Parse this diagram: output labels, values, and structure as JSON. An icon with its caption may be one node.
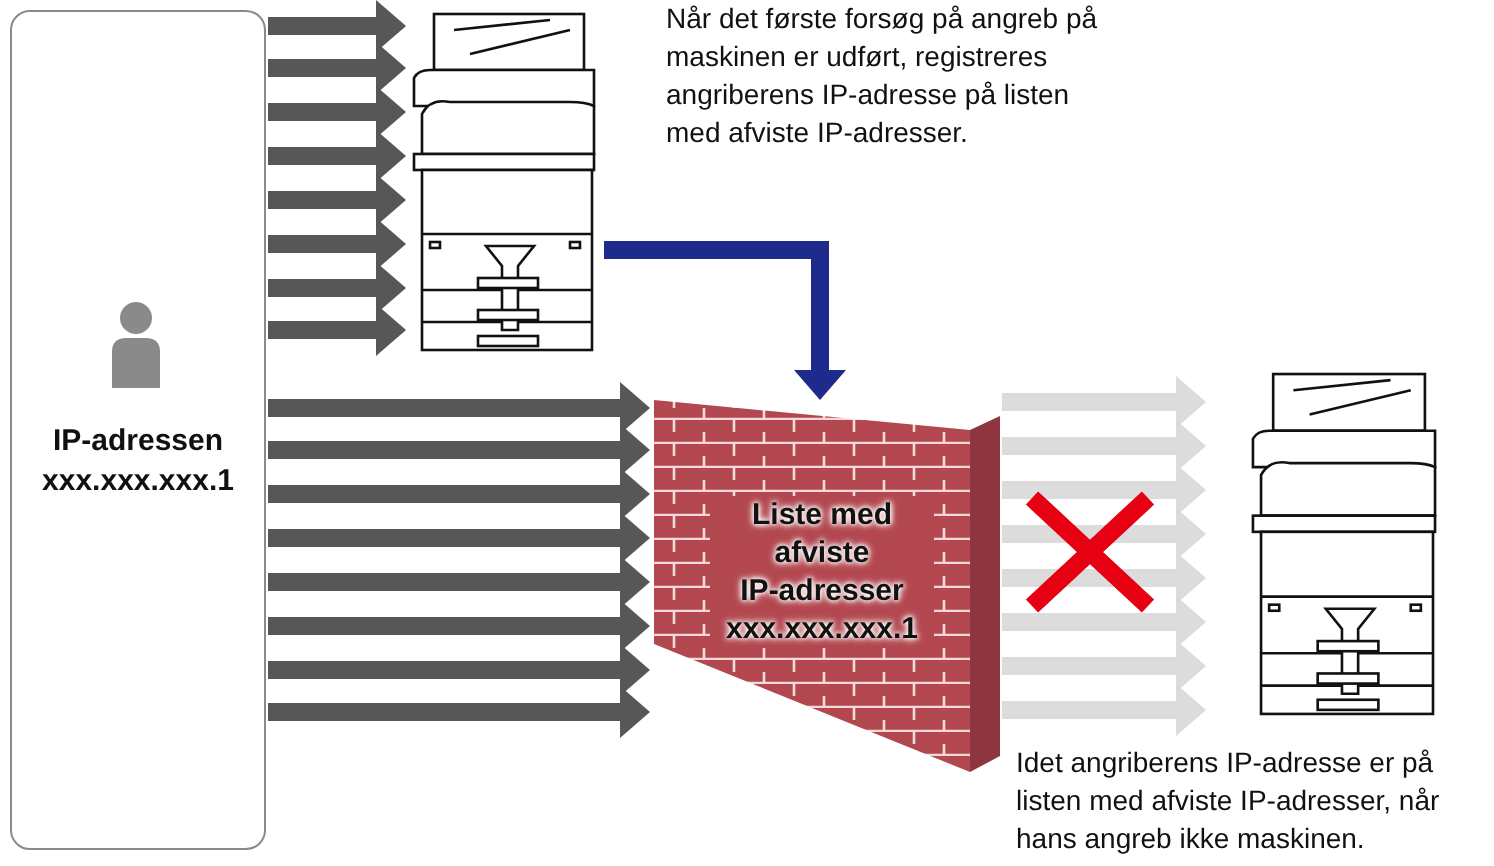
{
  "diagram": {
    "nodes": [
      {
        "text": [
          "IP-adressen xxx.xxx.xxx.1"
        ]
      },
      {
        "text": [],
        "shape": "picture"
      },
      {
        "text": [
          "Liste med afviste IP-adresser xxx.xxx.xxx.1"
        ]
      },
      {
        "text": [],
        "shape": "picture"
      }
    ],
    "edges": [
      {
        "from": 0,
        "to": 1,
        "arrow": "to"
      },
      {
        "from": 0,
        "to": 1,
        "arrow": "to"
      },
      {
        "from": 0,
        "to": 1,
        "arrow": "to"
      },
      {
        "from": 0,
        "to": 1,
        "arrow": "to"
      },
      {
        "from": 0,
        "to": 1,
        "arrow": "to"
      },
      {
        "from": 0,
        "to": 1,
        "arrow": "to"
      },
      {
        "from": 0,
        "to": 1,
        "arrow": "to"
      },
      {
        "from": 0,
        "to": 1,
        "arrow": "to"
      },
      {
        "from": 1,
        "to": 2,
        "arrow": "to",
        "color": "#1e2a8c"
      },
      {
        "from": 0,
        "to": 2,
        "arrow": "to"
      },
      {
        "from": 0,
        "to": 2,
        "arrow": "to"
      },
      {
        "from": 0,
        "to": 2,
        "arrow": "to"
      },
      {
        "from": 0,
        "to": 2,
        "arrow": "to"
      },
      {
        "from": 0,
        "to": 2,
        "arrow": "to"
      },
      {
        "from": 0,
        "to": 2,
        "arrow": "to"
      },
      {
        "from": 0,
        "to": 2,
        "arrow": "to"
      },
      {
        "from": 0,
        "to": 2,
        "arrow": "to"
      },
      {
        "from": 2,
        "to": 3,
        "arrow": "to",
        "color": "#dcdcdc"
      },
      {
        "from": 2,
        "to": 3,
        "arrow": "to",
        "color": "#dcdcdc"
      },
      {
        "from": 2,
        "to": 3,
        "arrow": "to",
        "color": "#dcdcdc"
      },
      {
        "from": 2,
        "to": 3,
        "arrow": "to",
        "color": "#dcdcdc"
      },
      {
        "from": 2,
        "to": 3,
        "arrow": "to",
        "color": "#dcdcdc"
      },
      {
        "from": 2,
        "to": 3,
        "arrow": "to",
        "color": "#dcdcdc"
      },
      {
        "from": 2,
        "to": 3,
        "arrow": "to",
        "color": "#dcdcdc"
      },
      {
        "from": 2,
        "to": 3,
        "arrow": "to",
        "color": "#dcdcdc"
      }
    ],
    "labels": [
      "Når det første forsøg på angreb på maskinen er udført, registreres angriberens IP-adresse på listen med afviste IP-adresser.",
      "Idet angriberens IP-adresse er på listen med afviste IP-adresser, når hans angreb ikke maskinen."
    ]
  }
}
